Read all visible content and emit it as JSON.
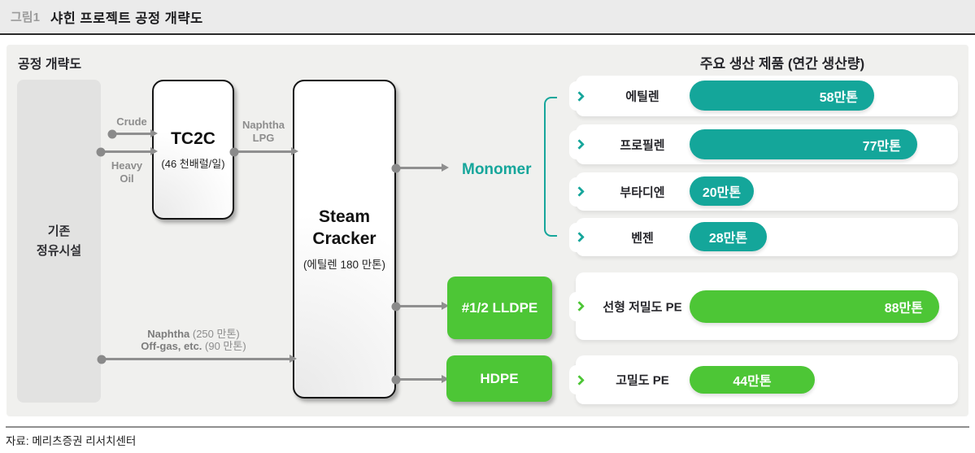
{
  "figure_header": {
    "tag": "그림1",
    "title": "샤힌 프로젝트 공정 개략도"
  },
  "source_note": "자료: 메리츠증권 리서치센터",
  "diagram": {
    "left_heading": "공정 개략도",
    "right_heading": "주요 생산 제품 (연간 생산량)",
    "refinery": {
      "line1": "기존",
      "line2": "정유시설"
    },
    "tc2c": {
      "name": "TC2C",
      "capacity": "(46 천배럴/일)"
    },
    "steam_cracker": {
      "line1": "Steam",
      "line2": "Cracker",
      "capacity": "(에틸렌 180 만톤)"
    },
    "flows": {
      "crude": "Crude",
      "heavy_oil": {
        "line1": "Heavy",
        "line2": "Oil"
      },
      "naphtha_lpg": {
        "line1": "Naphtha",
        "line2": "LPG"
      },
      "refinery_to_cracker": {
        "line1_bold": "Naphtha",
        "line1_rest": " (250 만톤)",
        "line2_bold": "Off-gas, etc.",
        "line2_rest": " (90 만톤)"
      },
      "monomer_label": "Monomer"
    },
    "polymer_units": {
      "lldpe": "#1/2 LLDPE",
      "hdpe": "HDPE"
    },
    "products": [
      {
        "name": "에틸렌",
        "value": "58만톤",
        "tons_10k": 58,
        "color": "teal"
      },
      {
        "name": "프로필렌",
        "value": "77만톤",
        "tons_10k": 77,
        "color": "teal"
      },
      {
        "name": "부타디엔",
        "value": "20만톤",
        "tons_10k": 20,
        "color": "teal"
      },
      {
        "name": "벤젠",
        "value": "28만톤",
        "tons_10k": 28,
        "color": "teal"
      },
      {
        "name": "선형 저밀도 PE",
        "value": "88만톤",
        "tons_10k": 88,
        "color": "green"
      },
      {
        "name": "고밀도 PE",
        "value": "44만톤",
        "tons_10k": 44,
        "color": "green"
      }
    ]
  },
  "colors": {
    "teal": "#14a69a",
    "green": "#4dc636",
    "arrow_gray": "#8f8f8f"
  }
}
